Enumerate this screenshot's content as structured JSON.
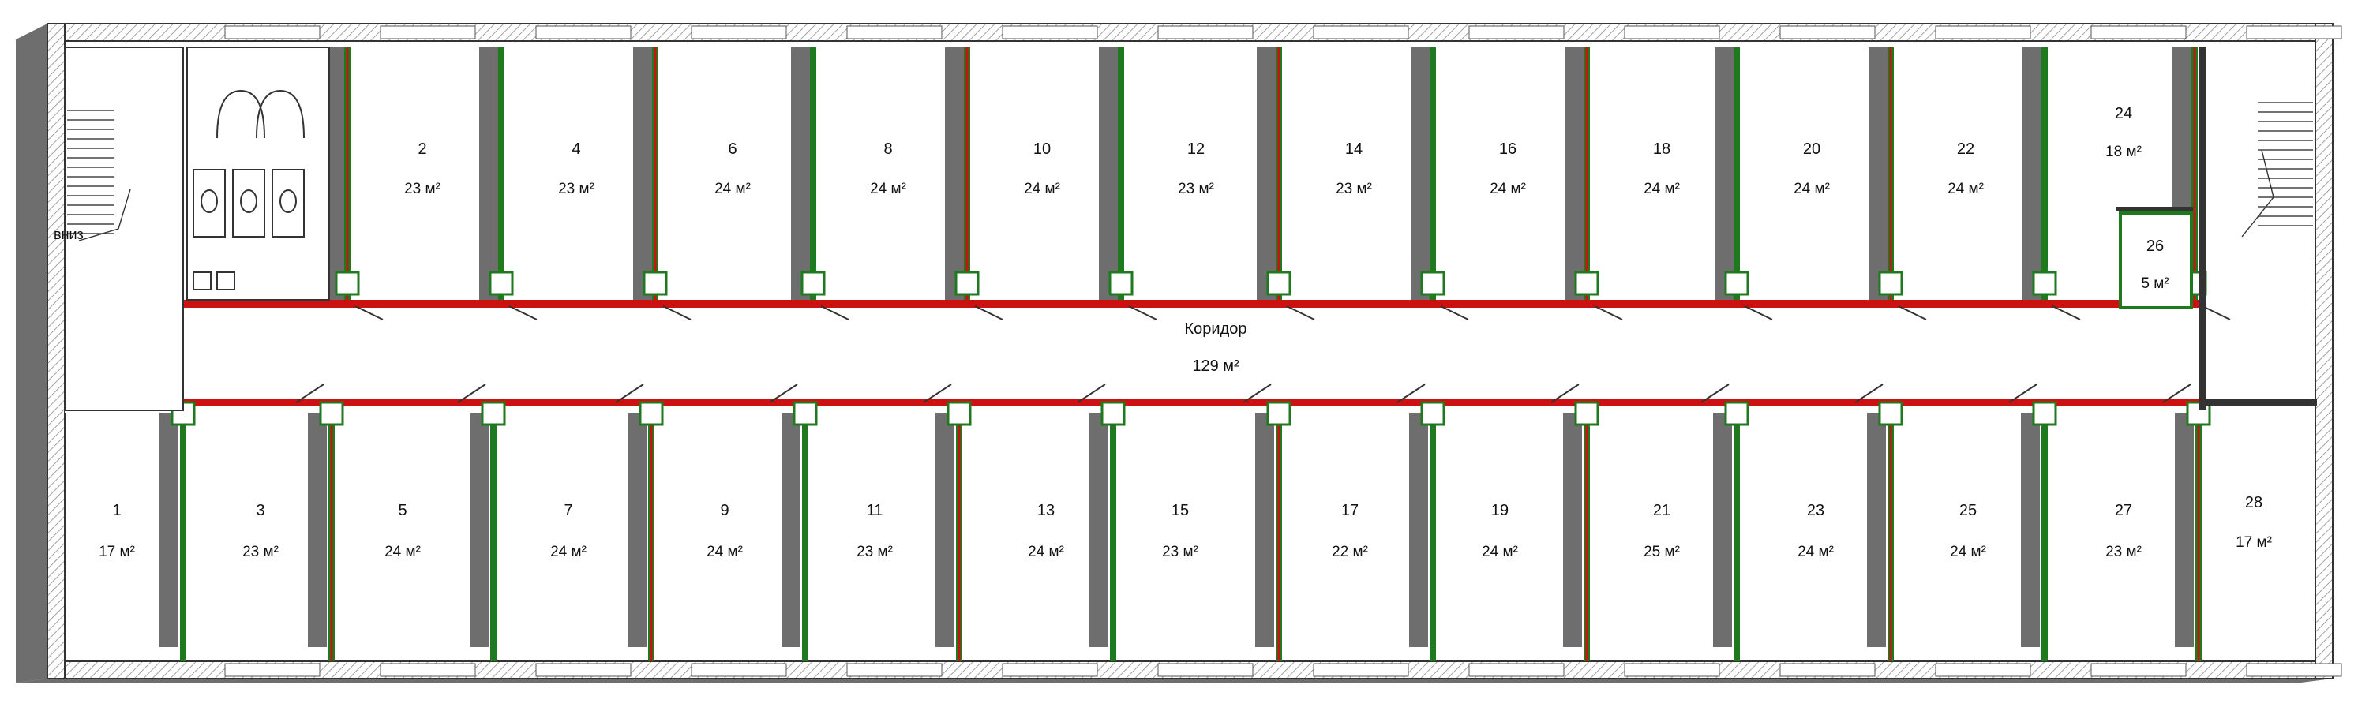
{
  "stair_left_label": "вниз",
  "corridor": {
    "name": "Коридор",
    "area": "129 м²"
  },
  "rooms_top": [
    {
      "number": "2",
      "area": "23 м²"
    },
    {
      "number": "4",
      "area": "23 м²"
    },
    {
      "number": "6",
      "area": "24 м²"
    },
    {
      "number": "8",
      "area": "24 м²"
    },
    {
      "number": "10",
      "area": "24 м²"
    },
    {
      "number": "12",
      "area": "23 м²"
    },
    {
      "number": "14",
      "area": "23 м²"
    },
    {
      "number": "16",
      "area": "24 м²"
    },
    {
      "number": "18",
      "area": "24 м²"
    },
    {
      "number": "20",
      "area": "24 м²"
    },
    {
      "number": "22",
      "area": "24 м²"
    },
    {
      "number": "24",
      "area": "18 м²"
    }
  ],
  "room_small": {
    "number": "26",
    "area": "5 м²"
  },
  "rooms_bottom": [
    {
      "number": "1",
      "area": "17 м²"
    },
    {
      "number": "3",
      "area": "23 м²"
    },
    {
      "number": "5",
      "area": "24 м²"
    },
    {
      "number": "7",
      "area": "24 м²"
    },
    {
      "number": "9",
      "area": "24 м²"
    },
    {
      "number": "11",
      "area": "23 м²"
    },
    {
      "number": "13",
      "area": "24 м²"
    },
    {
      "number": "15",
      "area": "23 м²"
    },
    {
      "number": "17",
      "area": "22 м²"
    },
    {
      "number": "19",
      "area": "24 м²"
    },
    {
      "number": "21",
      "area": "25 м²"
    },
    {
      "number": "23",
      "area": "24 м²"
    },
    {
      "number": "25",
      "area": "24 м²"
    },
    {
      "number": "27",
      "area": "23 м²"
    },
    {
      "number": "28",
      "area": "17 м²"
    }
  ],
  "colors": {
    "wall_fill": "#ffffff",
    "wall_hatch": "#8a8a8a",
    "wall_outline": "#333333",
    "shadow": "#6e6e6e",
    "partition_red": "#cc1111",
    "partition_green": "#1f7a1f",
    "floor": "#ffffff"
  }
}
